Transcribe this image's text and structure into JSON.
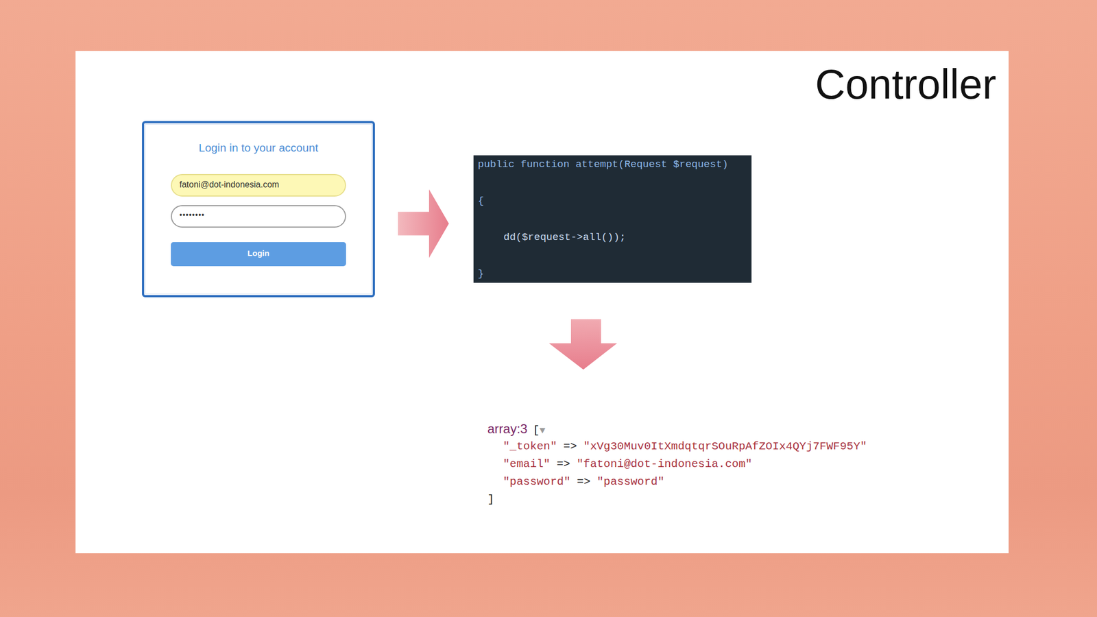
{
  "diagram": {
    "title": "Controller",
    "nodes": [
      {
        "text": [
          "Login in to your account"
        ]
      },
      {
        "text": [
          "fatoni@dot-indonesia.com"
        ],
        "in": 0
      },
      {
        "text": [
          "••••••••"
        ],
        "in": 0
      },
      {
        "text": [
          "Login"
        ],
        "in": 0
      },
      {
        "text": [
          "public function attempt(Request $request)",
          "{",
          "dd($request->all());",
          "}"
        ]
      }
    ],
    "edges": [
      {
        "from": 0,
        "to": 4,
        "arrow": "to"
      }
    ],
    "labels": [
      "array:3",
      "[",
      "▼",
      "\"_token\"",
      "=>",
      "\"xVg30Muv0ItXmdqtqrSOuRpAfZOIx4QYj7FWF95Y\"",
      "\"email\"",
      "=>",
      "\"fatoni@dot-indonesia.com\"",
      "\"password\"",
      "=>",
      "\"password\"",
      "]"
    ]
  }
}
